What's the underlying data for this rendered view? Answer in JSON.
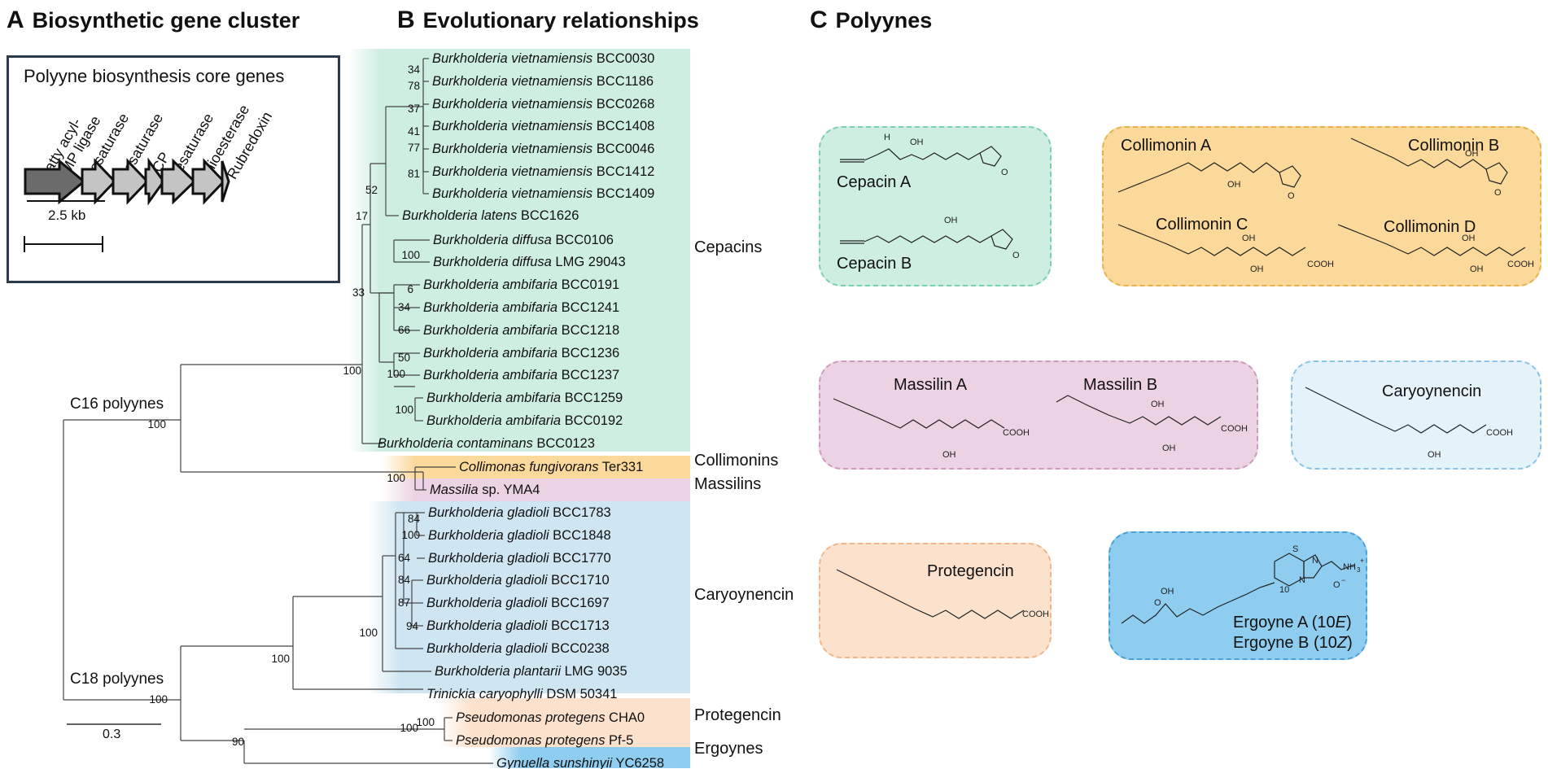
{
  "panels": {
    "a": {
      "letter": "A",
      "title": "Biosynthetic gene cluster"
    },
    "b": {
      "letter": "B",
      "title": "Evolutionary relationships"
    },
    "c": {
      "letter": "C",
      "title": "Polyynes"
    }
  },
  "gene_cluster": {
    "box_title": "Polyyne biosynthesis core genes",
    "genes": [
      {
        "label": "Fatty acyl-",
        "label2": "AMP ligase",
        "fill": "#6b6b6b"
      },
      {
        "label": "Desaturase",
        "fill": "#c4c4c4"
      },
      {
        "label": "Desaturase",
        "fill": "#c4c4c4"
      },
      {
        "label": "ACP",
        "fill": "#c4c4c4"
      },
      {
        "label": "Desaturase",
        "fill": "#c4c4c4"
      },
      {
        "label": "Thioesterase",
        "fill": "#c4c4c4"
      },
      {
        "label": "Rubredoxin",
        "fill": "#c4c4c4"
      }
    ],
    "scale_label": "2.5 kb"
  },
  "tree": {
    "leaves": [
      {
        "genus": "Burkholderia vietnamiensis",
        "strain": " BCC0030"
      },
      {
        "genus": "Burkholderia vietnamiensis",
        "strain": " BCC1186"
      },
      {
        "genus": "Burkholderia vietnamiensis",
        "strain": " BCC0268"
      },
      {
        "genus": "Burkholderia vietnamiensis",
        "strain": " BCC1408"
      },
      {
        "genus": "Burkholderia vietnamiensis",
        "strain": " BCC0046"
      },
      {
        "genus": "Burkholderia vietnamiensis",
        "strain": " BCC1412"
      },
      {
        "genus": "Burkholderia vietnamiensis",
        "strain": " BCC1409"
      },
      {
        "genus": "Burkholderia latens",
        "strain": " BCC1626"
      },
      {
        "genus": "Burkholderia diffusa",
        "strain": " BCC0106"
      },
      {
        "genus": "Burkholderia diffusa",
        "strain": " LMG 29043"
      },
      {
        "genus": "Burkholderia ambifaria",
        "strain": " BCC0191"
      },
      {
        "genus": "Burkholderia ambifaria",
        "strain": " BCC1241"
      },
      {
        "genus": "Burkholderia ambifaria",
        "strain": " BCC1218"
      },
      {
        "genus": "Burkholderia ambifaria",
        "strain": " BCC1236"
      },
      {
        "genus": "Burkholderia ambifaria",
        "strain": " BCC1237"
      },
      {
        "genus": "Burkholderia ambifaria",
        "strain": " BCC1259"
      },
      {
        "genus": "Burkholderia ambifaria",
        "strain": " BCC0192"
      },
      {
        "genus": "Burkholderia contaminans",
        "strain": " BCC0123"
      },
      {
        "genus": "Collimonas fungivorans",
        "strain": " Ter331"
      },
      {
        "genus": "Massilia",
        "strain": " sp. YMA4"
      },
      {
        "genus": "Burkholderia gladioli",
        "strain": " BCC1783"
      },
      {
        "genus": "Burkholderia gladioli",
        "strain": " BCC1848"
      },
      {
        "genus": "Burkholderia gladioli",
        "strain": " BCC1770"
      },
      {
        "genus": "Burkholderia gladioli",
        "strain": " BCC1710"
      },
      {
        "genus": "Burkholderia gladioli",
        "strain": " BCC1697"
      },
      {
        "genus": "Burkholderia gladioli",
        "strain": " BCC1713"
      },
      {
        "genus": "Burkholderia gladioli",
        "strain": " BCC0238"
      },
      {
        "genus": "Burkholderia plantarii",
        "strain": " LMG 9035"
      },
      {
        "genus": "Trinickia caryophylli",
        "strain": " DSM 50341"
      },
      {
        "genus": "Pseudomonas protegens",
        "strain": " CHA0"
      },
      {
        "genus": "Pseudomonas protegens",
        "strain": " Pf-5"
      },
      {
        "genus": "Gynuella sunshinyii",
        "strain": " YC6258"
      }
    ],
    "bootstrap": [
      "34",
      "78",
      "37",
      "41",
      "77",
      "81",
      "52",
      "17",
      "100",
      "6",
      "34",
      "66",
      "50",
      "100",
      "100",
      "33",
      "100",
      "100",
      "100",
      "84",
      "100",
      "64",
      "84",
      "87",
      "94",
      "100",
      "100",
      "100",
      "100",
      "90",
      "100"
    ],
    "clade_labels": {
      "c16": "C16 polyynes",
      "c18": "C18 polyynes"
    },
    "group_labels": [
      "Cepacins",
      "Collimonins",
      "Massilins",
      "Caryoynencin",
      "Protegencin",
      "Ergoynes"
    ],
    "scale_label": "0.3",
    "colors": {
      "cepacin": "#cfeee2",
      "collimonin": "#fbd99a",
      "massilin": "#ecd3e3",
      "caryoynencin": "#cfe5f2",
      "protegencin": "#fce2cd",
      "ergoyne": "#8fcdf0"
    }
  },
  "compounds": {
    "cepacin": {
      "a": "Cepacin A",
      "b": "Cepacin B"
    },
    "collimonin": {
      "a": "Collimonin A",
      "b": "Collimonin B",
      "c": "Collimonin C",
      "d": "Collimonin D"
    },
    "massilin": {
      "a": "Massilin A",
      "b": "Massilin B"
    },
    "caryoynencin": "Caryoynencin",
    "protegencin": "Protegencin",
    "ergoyne": {
      "a_pre": "Ergoyne A (10",
      "a_it": "E",
      "b_pre": "Ergoyne B (10",
      "b_it": "Z",
      "close": ")"
    },
    "chem_labels": {
      "oh": "OH",
      "o": "O",
      "h": "H",
      "cooh": "COOH",
      "s": "S",
      "n": "N",
      "nh3": "NH",
      "three": "3",
      "plus": "+",
      "minus": "−",
      "ten": "10"
    }
  }
}
